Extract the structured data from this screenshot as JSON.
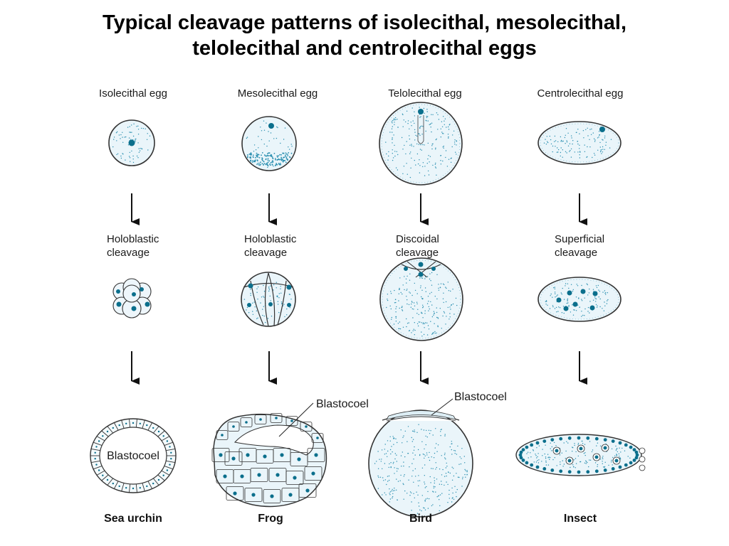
{
  "title": {
    "line1": "Typical cleavage patterns of isolecithal, mesolecithal,",
    "line2": "telolecithal and centrolecithal eggs"
  },
  "columns": [
    {
      "egg_label": "Isolecithal egg",
      "cleavage_line1": "Holoblastic",
      "cleavage_line2": "cleavage",
      "organism": "Sea urchin",
      "inner_label": "Blastocoel"
    },
    {
      "egg_label": "Mesolecithal egg",
      "cleavage_line1": "Holoblastic",
      "cleavage_line2": "cleavage",
      "organism": "Frog",
      "callout_label": "Blastocoel"
    },
    {
      "egg_label": "Telolecithal egg",
      "cleavage_line1": "Discoidal",
      "cleavage_line2": "cleavage",
      "organism": "Bird",
      "callout_label": "Blastocoel"
    },
    {
      "egg_label": "Centrolecithal egg",
      "cleavage_line1": "Superficial",
      "cleavage_line2": "cleavage",
      "organism": "Insect"
    }
  ],
  "colors": {
    "nucleus": "#0b6f8c",
    "yolk_dots": "#2a8fb0",
    "fill": "#eaf5fa",
    "outline": "#333333"
  }
}
